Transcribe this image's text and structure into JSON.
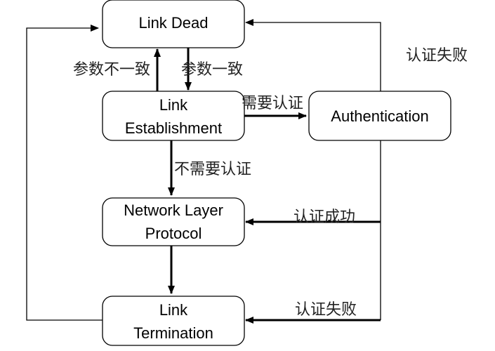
{
  "nodes": {
    "link_dead": "Link Dead",
    "link_establishment": [
      "Link",
      "Establishment"
    ],
    "authentication": "Authentication",
    "network_layer_protocol": [
      "Network Layer",
      "Protocol"
    ],
    "link_termination": [
      "Link",
      "Termination"
    ]
  },
  "edges": {
    "param_mismatch": "参数不一致",
    "param_match": "参数一致",
    "auth_required": "需要认证",
    "no_auth_required": "不需要认证",
    "auth_success": "认证成功",
    "auth_failed_top": "认证失败",
    "auth_failed_bottom": "认证失败"
  }
}
